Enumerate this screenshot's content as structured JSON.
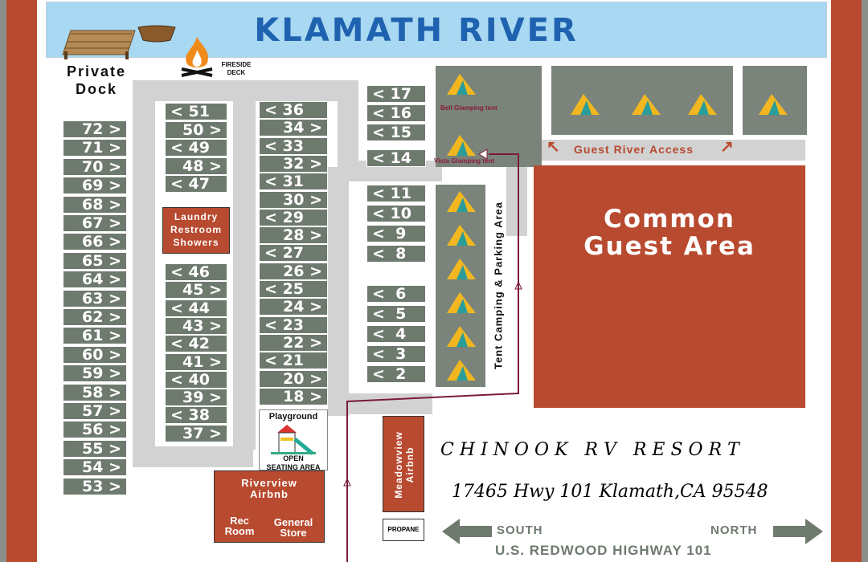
{
  "map": {
    "river_title": "KLAMATH RIVER",
    "private_dock": "Private\nDock",
    "fireside_deck": "FIRESIDE\nDECK",
    "laundry_label": "Laundry\nRestroom\nShowers",
    "common_area": "Common\nGuest Area",
    "guest_river_access": "Guest River Access",
    "bell_glamping": "Bell Glamping tent",
    "vista_glamping": "Vista Glamping tent",
    "tent_camping": "Tent Camping & Parking Area",
    "playground": "Playground",
    "open_seating": "OPEN\nSEATING AREA",
    "riverview_airbnb": "Riverview\nAirbnb",
    "rec_room": "Rec\nRoom",
    "general_store": "General\nStore",
    "meadowview_airbnb": "Meadowview\nAirbnb",
    "propane": "PROPANE",
    "resort_name": "C H I N O O K   R V   R E S O R T",
    "address": "17465 Hwy 101 Klamath,CA 95548",
    "south": "SOUTH",
    "north": "NORTH",
    "highway": "U.S. REDWOOD HIGHWAY 101"
  },
  "lots": {
    "col_a": [
      "72 >",
      "71 >",
      "70 >",
      "69 >",
      "68 >",
      "67 >",
      "66 >",
      "65 >",
      "64 >",
      "63 >",
      "62 >",
      "61 >",
      "60 >",
      "59 >",
      "58 >",
      "57 >",
      "56 >",
      "55 >",
      "54 >",
      "53 >"
    ],
    "col_b_top": [
      "< 51",
      "50 >",
      "< 49",
      "48 >",
      "< 47"
    ],
    "col_b_bottom": [
      "< 46",
      "45 >",
      "< 44",
      "43 >",
      "< 42",
      "41 >",
      "< 40",
      "39 >",
      "< 38",
      "37 >"
    ],
    "col_c": [
      "< 36",
      "34 >",
      "< 33",
      "32 >",
      "< 31",
      "30 >",
      "< 29",
      "28 >",
      "< 27",
      "26 >",
      "< 25",
      "24 >",
      "< 23",
      "22 >",
      "< 21",
      "20 >",
      "18 >"
    ],
    "col_d_top": [
      "< 17",
      "< 16",
      "< 15",
      "< 14"
    ],
    "col_d_mid": [
      "< 11",
      "< 10",
      "<  9",
      "<  8"
    ],
    "col_d_bottom": [
      "<  6",
      "<  5",
      "<  4",
      "<  3",
      "<  2"
    ]
  },
  "colors": {
    "river": "#a9d8f2",
    "lot": "#6f7a6f",
    "brick": "#b84a30",
    "road": "#d2d2d2"
  }
}
